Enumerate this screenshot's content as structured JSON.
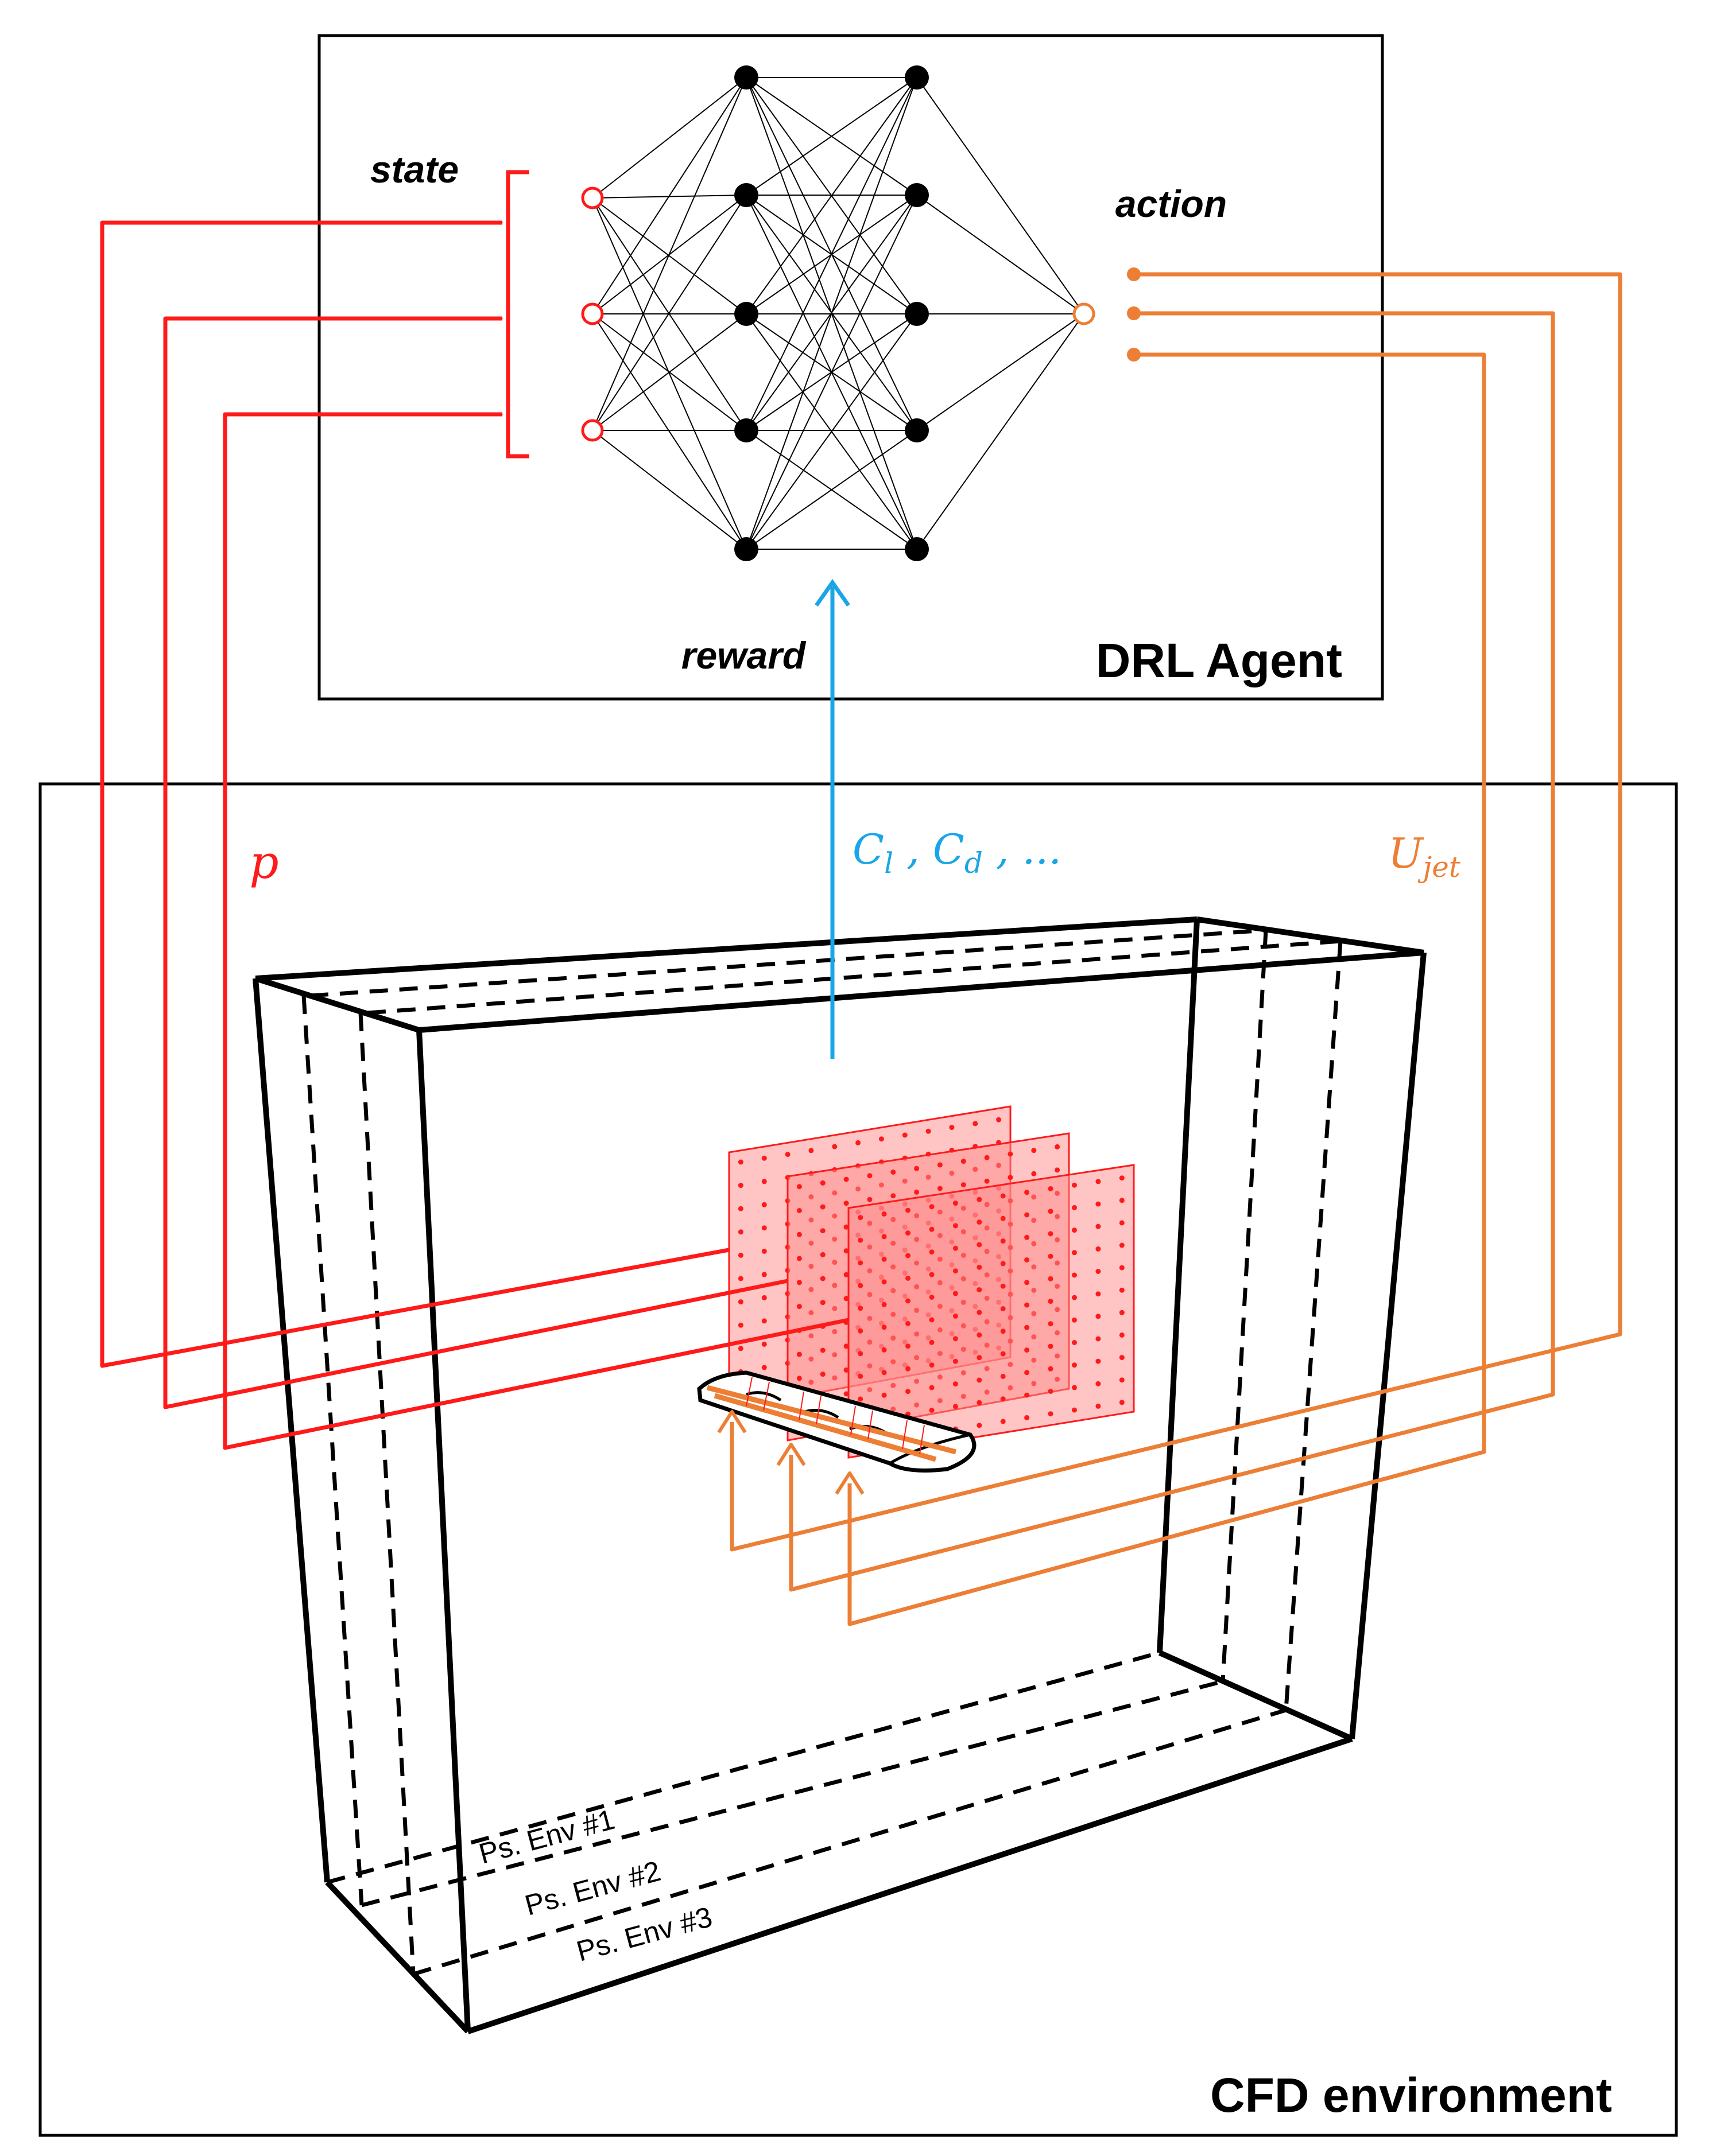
{
  "agent": {
    "title": "DRL Agent",
    "state_label": "state",
    "action_label": "action",
    "reward_label": "reward"
  },
  "environment": {
    "title": "CFD environment",
    "pressure_symbol": "p",
    "forces_main": "C",
    "forces_sub_l": "l",
    "forces_sep": " , ",
    "forces_sub_d": "d",
    "forces_tail": " , ...",
    "jet_main": "U",
    "jet_sub": "jet",
    "pseudo_envs": [
      "Ps. Env #1",
      "Ps. Env #2",
      "Ps. Env #3"
    ]
  },
  "colors": {
    "state_red": "#ff1a1a",
    "action_orange": "#ec7f35",
    "reward_blue": "#1aa6e6",
    "frame": "#000000",
    "plane_fill": "#ff8c8c"
  }
}
